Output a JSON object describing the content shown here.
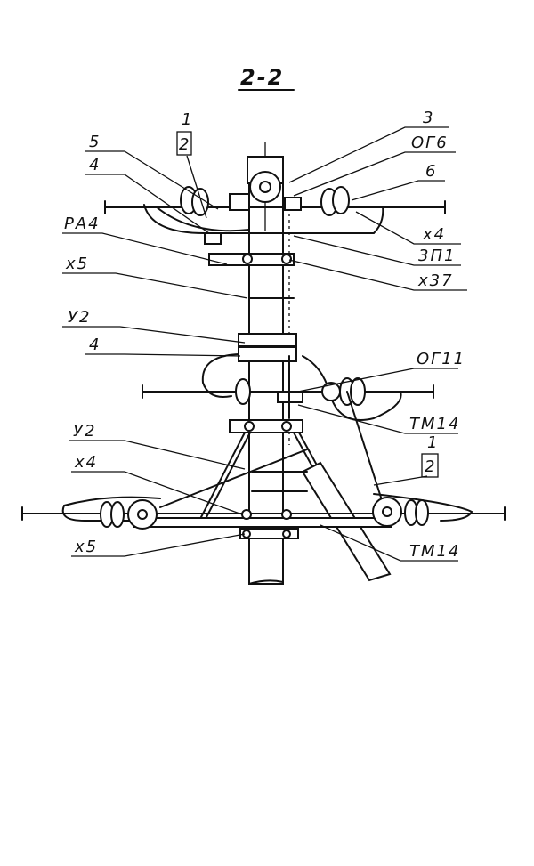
{
  "title": "2-2",
  "labels_left": {
    "l1": "1",
    "l2": "2",
    "l5": "5",
    "l4a": "4",
    "pa4": "РА4",
    "x5a": "x5",
    "y2a": "У2",
    "l4b": "4",
    "y2b": "У2",
    "x4": "x4",
    "x5b": "x5"
  },
  "labels_right": {
    "r3": "3",
    "og6": "ОГ6",
    "r6": "6",
    "x4": "x4",
    "zp1": "3П1",
    "x37": "x37",
    "og11": "ОГ11",
    "tm14a": "ТМ14",
    "r1": "1",
    "r2": "2",
    "tm14b": "ТМ14"
  }
}
